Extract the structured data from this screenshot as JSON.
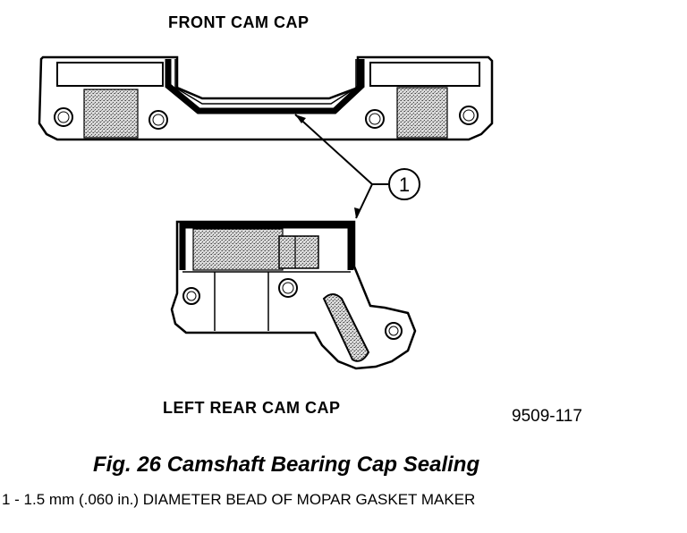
{
  "labels": {
    "front_cam_cap": "FRONT CAM CAP",
    "left_rear_cam_cap": "LEFT REAR CAM CAP",
    "figure_number": "9509-117",
    "callout": "1"
  },
  "caption": "Fig. 26 Camshaft Bearing Cap Sealing",
  "legend": [
    "1 - 1.5 mm (.060 in.) DIAMETER BEAD OF MOPAR GASKET MAKER"
  ]
}
